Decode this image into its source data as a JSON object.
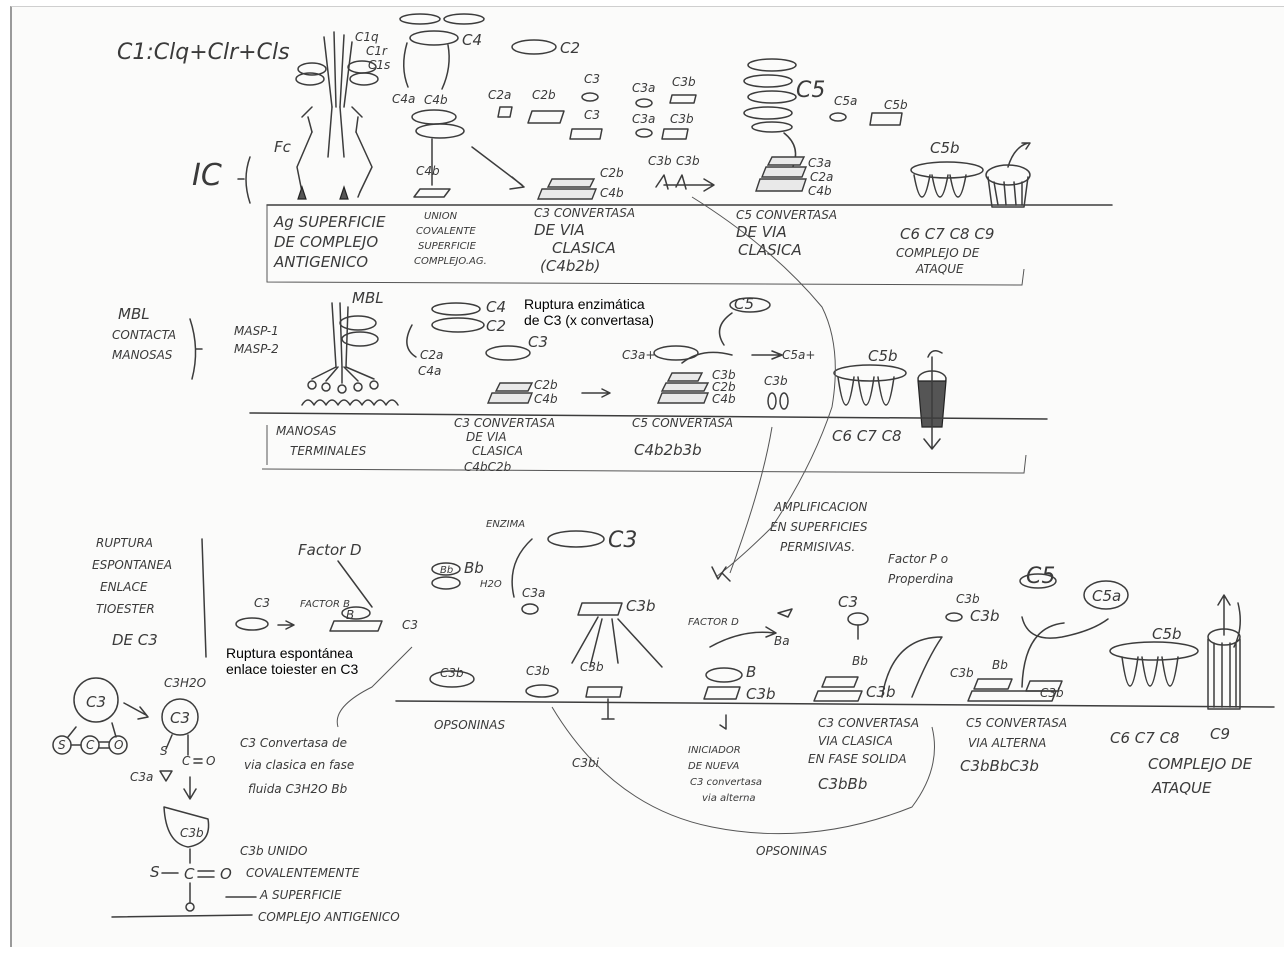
{
  "annotations": {
    "enzymatic_line1": "Ruptura enzimática",
    "enzymatic_line2": "de C3 (x convertasa)",
    "spontaneous_line1": "Ruptura espontánea",
    "spontaneous_line2": "enlace toiester en C3"
  },
  "classical": {
    "c1_formula": "C1:Clq+Clr+Cls",
    "c1q": "C1q",
    "c1r": "C1r",
    "c1s": "C1s",
    "fc": "Fc",
    "ic": "IC",
    "c4": "C4",
    "c2": "C2",
    "c4a": "C4a",
    "c4b": "C4b",
    "c2a": "C2a",
    "c2b": "C2b",
    "c3": "C3",
    "c3a": "C3a",
    "c3b": "C3b",
    "c5": "C5",
    "c5a": "C5a",
    "c5b": "C5b",
    "ag_label": [
      "Ag SUPERFICIE",
      "DE COMPLEJO",
      "ANTIGENICO"
    ],
    "union_label": [
      "UNION",
      "COVALENTE",
      "SUPERFICIE",
      "COMPLEJO.AG."
    ],
    "c3conv_label": [
      "C3 CONVERTASA",
      "DE VIA",
      "CLASICA",
      "(C4b2b)"
    ],
    "c5conv_label": [
      "C5 CONVERTASA",
      "DE VIA",
      "CLASICA"
    ],
    "mac_components": "C6 C7 C8 C9",
    "mac_label": [
      "COMPLEJO DE",
      "ATAQUE"
    ],
    "mac_c5b": "C5b"
  },
  "lectin": {
    "mbl_side": [
      "MBL",
      "CONTACTA",
      "MANOSAS"
    ],
    "mbl": "MBL",
    "masp": [
      "MASP-1",
      "MASP-2"
    ],
    "c4": "C4",
    "c2": "C2",
    "c2a": "C2a",
    "c4a": "C4a",
    "c3": "C3",
    "c2b": "C2b",
    "c4b": "C4b",
    "c5": "C5",
    "c3a": "C3a+",
    "c5a": "C5a+",
    "c3b": "C3b",
    "c5b": "C5b",
    "mannose_label": [
      "MANOSAS",
      "TERMINALES"
    ],
    "c3conv_label": [
      "C3 CONVERTASA",
      "DE VIA",
      "CLASICA",
      "C4bC2b"
    ],
    "c5conv_label": [
      "C5 CONVERTASA",
      "C4b2b3b"
    ],
    "mac_components": "C6 C7 C8"
  },
  "alternative": {
    "side": [
      "RUPTURA",
      "ESPONTANEA",
      "ENLACE",
      "TIOESTER",
      "DE C3"
    ],
    "c3": "C3",
    "factor_b": "FACTOR B",
    "b": "B",
    "c3_right": "C3",
    "factor_d": "Factor D",
    "bb": "Bb",
    "ba": "Ba",
    "h2o": "H2O",
    "c3h2o": "C3H2O",
    "c3a_tri": "C3a",
    "tioester_c": "C",
    "tioester_s": "S",
    "tioester_o": "O",
    "c3_conv_fluid": [
      "C3 Convertasa de",
      "via clasica en fase",
      "fluida  C3H2O Bb"
    ],
    "c3b_unido": [
      "C3b UNIDO",
      "COVALENTEMENTE",
      "A SUPERFICIE",
      "COMPLEJO ANTIGENICO"
    ],
    "enzima": "ENZIMA",
    "c3_center": "C3",
    "c3a_center": "C3a",
    "c3b_center": "C3b",
    "amplificacion": [
      "AMPLIFICACION",
      "EN SUPERFICIES",
      "PERMISIVAS."
    ],
    "opsoninas": "OPSONINAS",
    "c3bi": "C3bi",
    "factor_d_mid": "FACTOR D",
    "iniciador": [
      "INICIADOR",
      "DE NUEVA",
      "C3 convertasa",
      "via alterna"
    ],
    "c3conv_solid": [
      "C3 CONVERTASA",
      "VIA CLASICA",
      "EN FASE SOLIDA",
      "C3bBb"
    ],
    "factor_p": [
      "Factor P o",
      "Properdina"
    ],
    "c5conv_alt": [
      "C5 CONVERTASA",
      "VIA ALTERNA",
      "C3bBbC3b"
    ],
    "c5": "C5",
    "c5a": "C5a",
    "c5b": "C5b",
    "mac_components": "C6 C7 C8",
    "c9": "C9",
    "mac_label": [
      "COMPLEJO DE",
      "ATAQUE"
    ],
    "opsoninas_bottom": "OPSONINAS"
  }
}
